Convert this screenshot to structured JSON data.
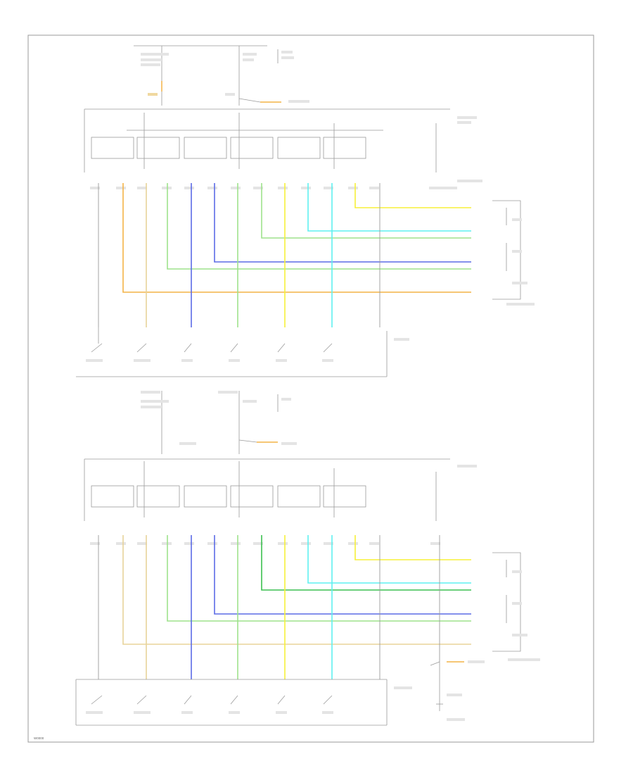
{
  "footer": {
    "code": "W0000"
  },
  "colors": {
    "orange": "#f3b347",
    "tan": "#e8d39a",
    "green": "#9ee28c",
    "green_dark": "#3cbf50",
    "blue": "#5b6be6",
    "yellow": "#f7f03a",
    "cyan": "#5ff0f0",
    "wire": "#9a9a9a",
    "frame": "#9a9a9a"
  },
  "sections": [
    {
      "id": "driver",
      "wire_label": ""
    },
    {
      "id": "passenger",
      "wire_label": ""
    }
  ]
}
